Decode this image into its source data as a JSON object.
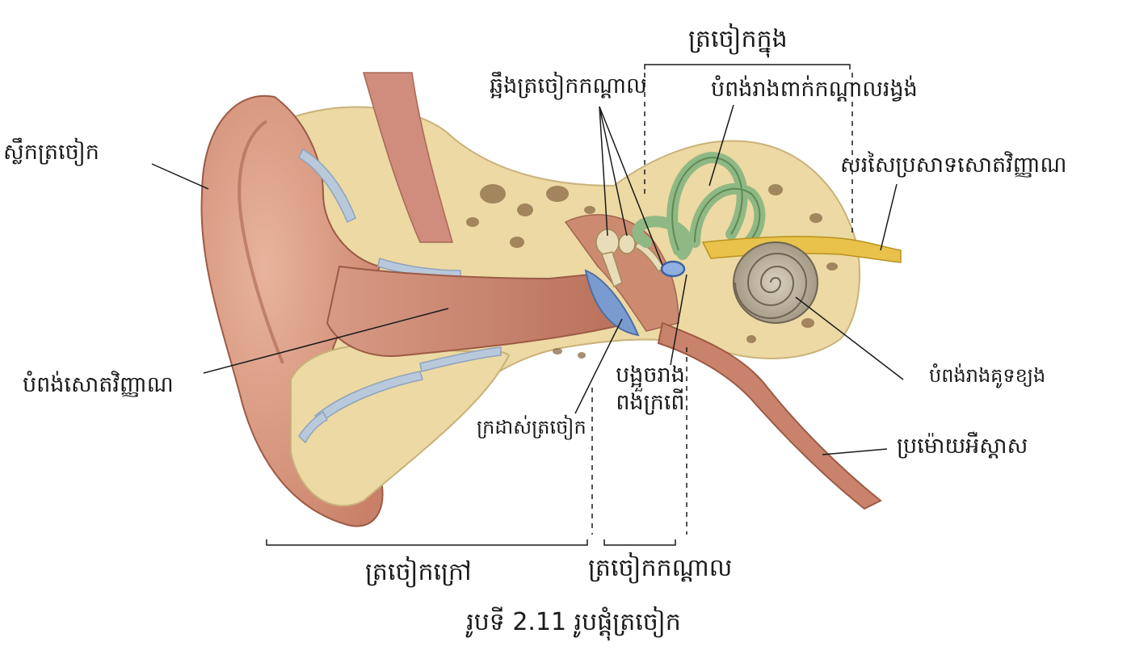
{
  "figure": {
    "caption": "រូបទី 2.11 រូបផ្ដុំត្រចៀក"
  },
  "regions": {
    "inner_ear": "ត្រចៀកក្នុង",
    "outer_ear": "ត្រចៀកក្រៅ",
    "middle_ear": "ត្រចៀកកណ្ដាល"
  },
  "labels": {
    "auricle": "ស្លឹកត្រចៀក",
    "ear_canal": "បំពង់សោតវិញ្ញាណ",
    "eardrum": "ក្រដាស់ត្រចៀក",
    "ossicles": "ឆ្អឹងត្រចៀកកណ្ដាល",
    "semicircular_canals": "បំពង់រាងពាក់កណ្ដាលរង្វង់",
    "auditory_nerve": "សរសៃប្រសាទសោតវិញ្ញាណ",
    "oval_window_line1": "បង្អួចរាង",
    "oval_window_line2": "ពងក្រពើ",
    "cochlea": "បំពង់រាងគូទខ្យង",
    "eustachian_tube": "ប្រម៉ោយអឺស្តាស"
  },
  "colors": {
    "skin": "#d99a80",
    "skin_dark": "#b8705a",
    "canal": "#c9836c",
    "bone": "#ecd9a3",
    "bone_spot": "#8a6a45",
    "cartilage_blue": "#b9c9dc",
    "eardrum": "#7a9bd0",
    "semicircular": "#8fb884",
    "nerve": "#e8c24a",
    "cochlea": "#b3a894",
    "muscle": "#d08c7c",
    "leader": "#1a1a1a"
  }
}
